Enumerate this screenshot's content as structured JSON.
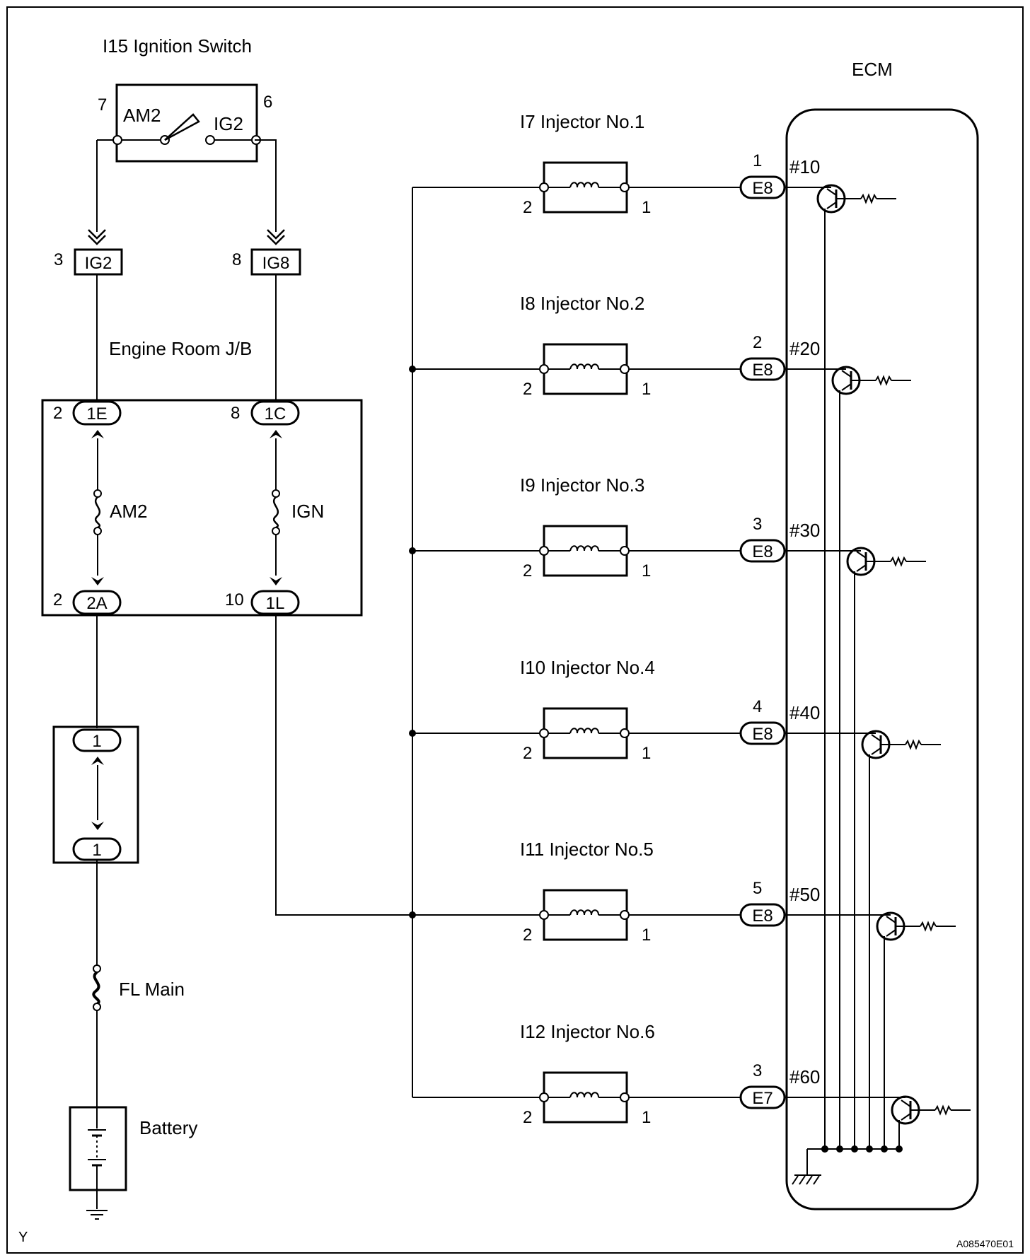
{
  "ignition_switch": {
    "title": "I15 Ignition Switch",
    "left_label": "AM2",
    "right_label": "IG2",
    "left_pin": "7",
    "right_pin": "6"
  },
  "jb_inline": [
    {
      "pin": "3",
      "name": "IG2"
    },
    {
      "pin": "8",
      "name": "IG8"
    }
  ],
  "engine_room_jb": {
    "title": "Engine Room J/B",
    "top_left": {
      "pin": "2",
      "name": "1E"
    },
    "top_right": {
      "pin": "8",
      "name": "1C"
    },
    "bottom_left": {
      "pin": "2",
      "name": "2A"
    },
    "bottom_right": {
      "pin": "10",
      "name": "1L"
    },
    "fuse_left": "AM2",
    "fuse_right": "IGN"
  },
  "junction": {
    "top": "1",
    "bottom": "1"
  },
  "fl_main": "FL Main",
  "battery": "Battery",
  "ecm_title": "ECM",
  "injectors": [
    {
      "title": "I7 Injector No.1",
      "left_pin": "2",
      "right_pin": "1",
      "ecm_pin": "1",
      "connector": "E8",
      "terminal": "#10"
    },
    {
      "title": "I8 Injector No.2",
      "left_pin": "2",
      "right_pin": "1",
      "ecm_pin": "2",
      "connector": "E8",
      "terminal": "#20"
    },
    {
      "title": "I9  Injector No.3",
      "left_pin": "2",
      "right_pin": "1",
      "ecm_pin": "3",
      "connector": "E8",
      "terminal": "#30"
    },
    {
      "title": "I10 Injector No.4",
      "left_pin": "2",
      "right_pin": "1",
      "ecm_pin": "4",
      "connector": "E8",
      "terminal": "#40"
    },
    {
      "title": "I11  Injector No.5",
      "left_pin": "2",
      "right_pin": "1",
      "ecm_pin": "5",
      "connector": "E8",
      "terminal": "#50"
    },
    {
      "title": "I12 Injector No.6",
      "left_pin": "2",
      "right_pin": "1",
      "ecm_pin": "3",
      "connector": "E7",
      "terminal": "#60"
    }
  ],
  "corner_mark": "Y",
  "figure_id": "A085470E01"
}
